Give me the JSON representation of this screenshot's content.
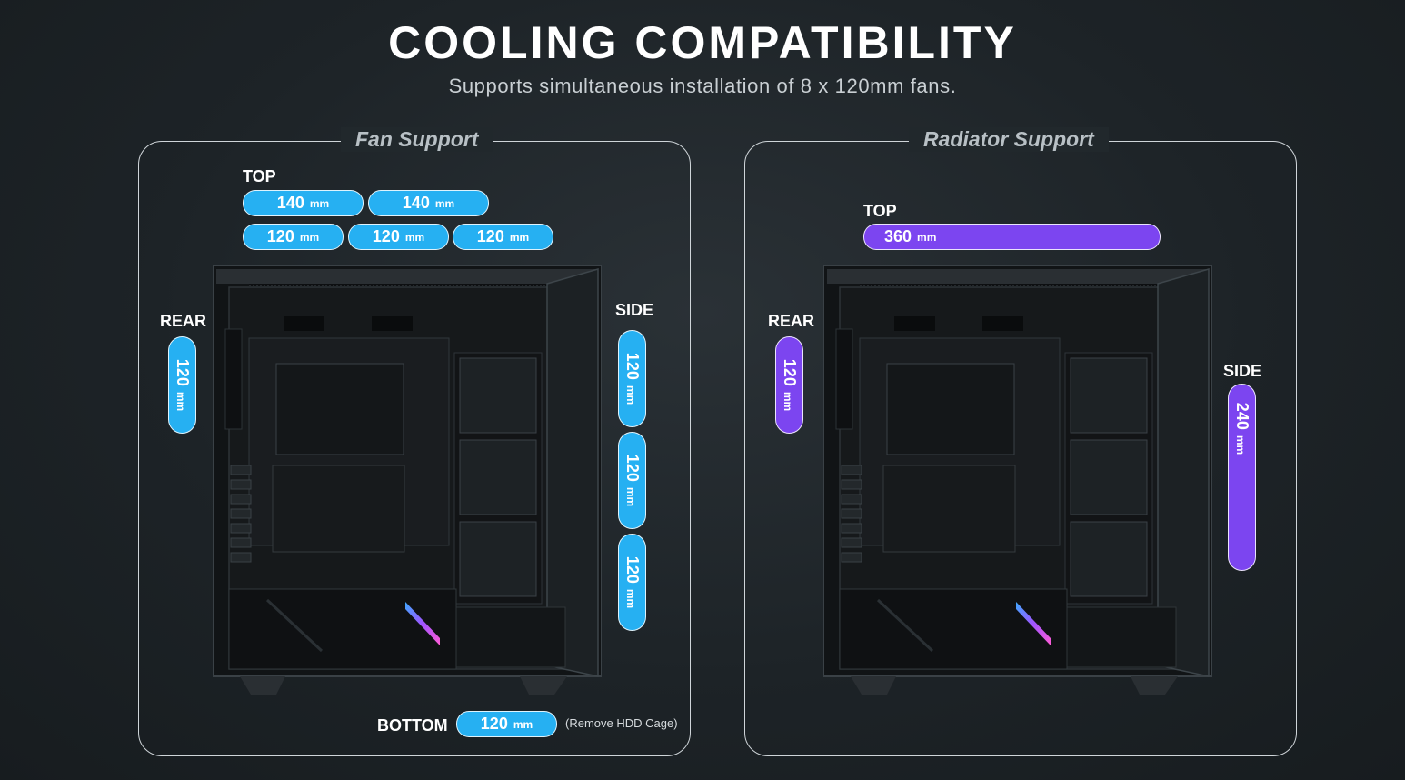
{
  "header": {
    "title": "COOLING COMPATIBILITY",
    "subtitle": "Supports simultaneous installation of 8 x 120mm fans."
  },
  "fan_support": {
    "title": "Fan Support",
    "top_label": "TOP",
    "top_row1": [
      {
        "value": "140",
        "unit": "mm"
      },
      {
        "value": "140",
        "unit": "mm"
      }
    ],
    "top_row2": [
      {
        "value": "120",
        "unit": "mm"
      },
      {
        "value": "120",
        "unit": "mm"
      },
      {
        "value": "120",
        "unit": "mm"
      }
    ],
    "rear_label": "REAR",
    "rear": {
      "value": "120",
      "unit": "mm"
    },
    "side_label": "SIDE",
    "side": [
      {
        "value": "120",
        "unit": "mm"
      },
      {
        "value": "120",
        "unit": "mm"
      },
      {
        "value": "120",
        "unit": "mm"
      }
    ],
    "bottom_label": "BOTTOM",
    "bottom": {
      "value": "120",
      "unit": "mm"
    },
    "bottom_note": "(Remove HDD Cage)"
  },
  "radiator_support": {
    "title": "Radiator Support",
    "top_label": "TOP",
    "top": {
      "value": "360",
      "unit": "mm"
    },
    "rear_label": "REAR",
    "rear": {
      "value": "120",
      "unit": "mm"
    },
    "side_label": "SIDE",
    "side": {
      "value": "240",
      "unit": "mm"
    }
  },
  "colors": {
    "fan_pill": "#26b0f2",
    "radiator_pill": "#7c45f0",
    "background": "#1f262a"
  },
  "icons": [
    "pc-case-image",
    "pc-case-image"
  ]
}
